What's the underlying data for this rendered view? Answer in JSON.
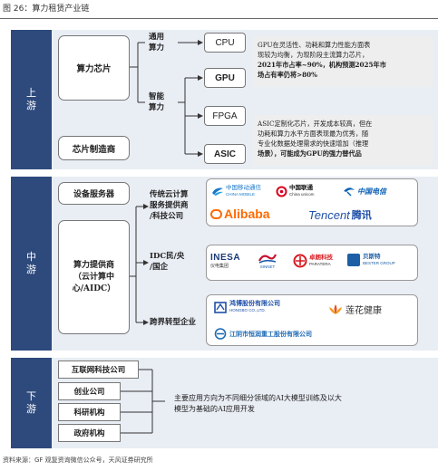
{
  "figure_title": "图 26：算力租赁产业链",
  "colors": {
    "stage_bg": "#2e4a7c",
    "band_bg": "#e9edf4",
    "accent_red": "#c8102e",
    "alibaba_orange": "#ff6a00",
    "tencent_blue": "#1f4fa8"
  },
  "stages": {
    "upstream": [
      "上",
      "游"
    ],
    "midstream": [
      "中",
      "游"
    ],
    "downstream": [
      "下",
      "游"
    ]
  },
  "upstream": {
    "chip": "算力芯片",
    "chip_mfg": "芯片制造商",
    "general": [
      "通用",
      "算力"
    ],
    "intelligent": [
      "智能",
      "算力"
    ],
    "cpu": "CPU",
    "gpu": "GPU",
    "fpga": "FPGA",
    "asic": "ASIC",
    "gpu_note": [
      "GPU在灵活性、功耗和算力性能方面表",
      "现较为均衡，为现阶段主流算力芯片，",
      "2021年市占率~90%，机构预测2025年市",
      "场占有率仍将>80%"
    ],
    "asic_note": [
      "ASIC定制化芯片，开发成本较高，但在",
      "功耗和算力水平方面表现最为优秀，随",
      "专业化数据处理需求的快速增加（推理",
      "场景），可能成为GPU的强力替代品"
    ]
  },
  "midstream": {
    "equipment": "设备服务器",
    "provider": [
      "算力提供商",
      "（云计算中",
      "心/AIDC）"
    ],
    "cloud": [
      "传统云计算",
      "服务提供商",
      "/科技公司"
    ],
    "idc": [
      "IDC民/央",
      "/国企"
    ],
    "crossover": "跨界转型企业",
    "cloud_logos": {
      "china_mobile": [
        "中国移动通信",
        "CHINA MOBILE"
      ],
      "china_unicom": [
        "中国联通",
        "China unicom"
      ],
      "china_telecom": "中国电信",
      "alibaba": "Alibaba",
      "tencent": [
        "Tencent",
        "腾讯"
      ]
    },
    "idc_logos": {
      "inesa": [
        "INESA",
        "仪电集团"
      ],
      "logo2": "SINNET",
      "logo3": [
        "卓朗科技",
        "PARATERA"
      ],
      "logo4": [
        "贝斯特",
        "BESTER GROUP"
      ]
    },
    "crossover_logos": {
      "hongbo": [
        "鸿博股份有限公司",
        "HONGBO CO.,LTD."
      ],
      "lianhua": "莲花健康",
      "jiangyin": "江阴市恒润重工股份有限公司"
    }
  },
  "downstream": {
    "items": [
      "互联网科技公司",
      "创业公司",
      "科研机构",
      "政府机构"
    ],
    "note": [
      "主要应用方向为不同细分领域的AI大模型训练及以大",
      "模型为基础的AI应用开发"
    ]
  },
  "source": "资料来源：GF 观复资询微信公众号，天风证券研究所"
}
